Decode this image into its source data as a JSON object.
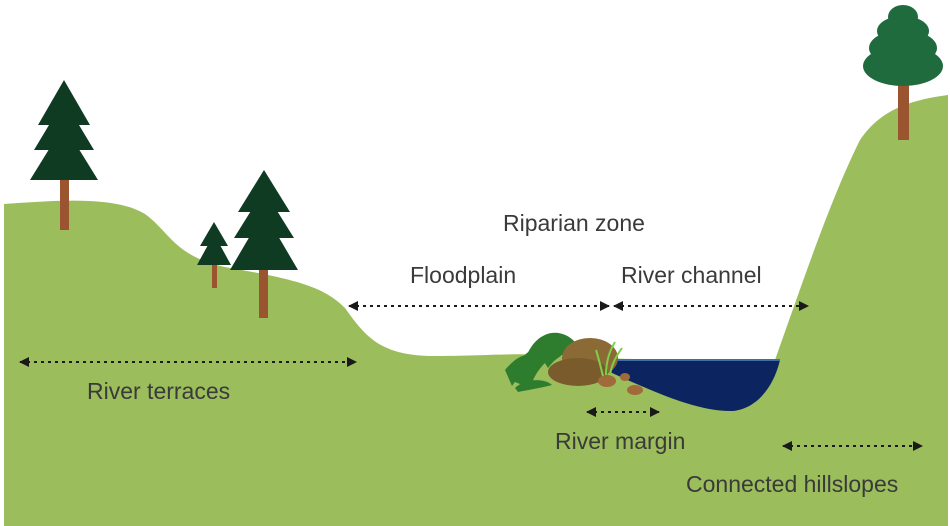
{
  "labels": {
    "riparian_zone": "Riparian zone",
    "floodplain": "Floodplain",
    "river_channel": "River channel",
    "river_terraces": "River terraces",
    "river_margin": "River margin",
    "connected_hillslopes": "Connected hillslopes"
  },
  "colors": {
    "ground": "#9bbd5c",
    "water": "#0c2561",
    "tree_conifer": "#0f3b22",
    "tree_round": "#1f6b3e",
    "trunk": "#9a5430",
    "rock": "#8b6a35",
    "fern": "#2e7d2e",
    "arrow": "#1a1a1a"
  }
}
